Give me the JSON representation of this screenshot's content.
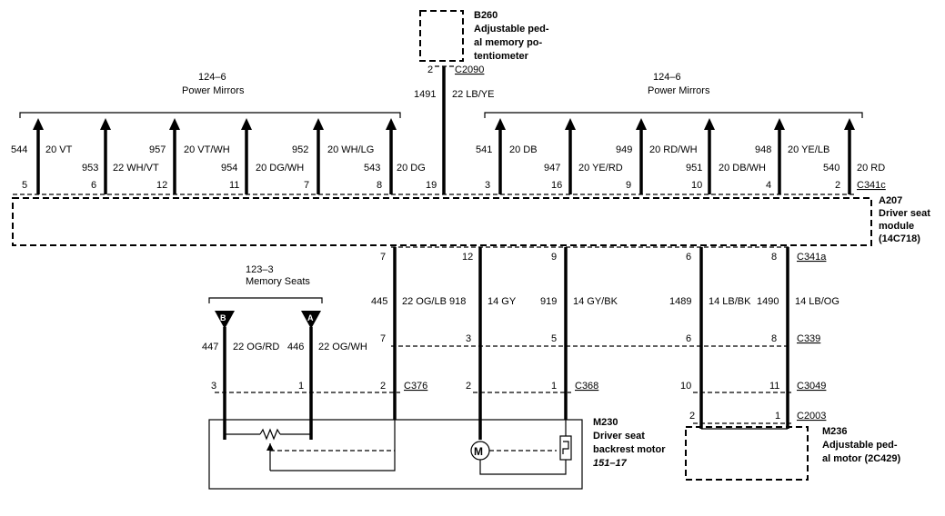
{
  "b260": {
    "id": "B260",
    "desc": [
      "Adjustable ped-",
      "al memory po-",
      "tentiometer"
    ],
    "pin": "2",
    "connector": "C2090",
    "circuit": "1491",
    "wire": "22 LB/YE"
  },
  "pm_left": {
    "ref": "124–6",
    "label": "Power Mirrors"
  },
  "pm_right": {
    "ref": "124–6",
    "label": "Power Mirrors"
  },
  "top_wires": [
    {
      "circuit": "544",
      "color": "20 VT",
      "pin": "5"
    },
    {
      "circuit": "953",
      "color": "22 WH/VT",
      "pin": "6"
    },
    {
      "circuit": "957",
      "color": "20 VT/WH",
      "pin": "12"
    },
    {
      "circuit": "954",
      "color": "20 DG/WH",
      "pin": "11"
    },
    {
      "circuit": "952",
      "color": "20 WH/LG",
      "pin": "7"
    },
    {
      "circuit": "543",
      "color": "20 DG",
      "pin": "8"
    },
    {
      "circuit": "541",
      "color": "20 DB",
      "pin": "3"
    },
    {
      "circuit": "947",
      "color": "20 YE/RD",
      "pin": "16"
    },
    {
      "circuit": "949",
      "color": "20 RD/WH",
      "pin": "9"
    },
    {
      "circuit": "951",
      "color": "20 DB/WH",
      "pin": "10"
    },
    {
      "circuit": "948",
      "color": "20 YE/LB",
      "pin": "4"
    },
    {
      "circuit": "540",
      "color": "20 RD",
      "pin": "2"
    }
  ],
  "pin19": "19",
  "c341c": "C341c",
  "a207": {
    "id": "A207",
    "desc": [
      "Driver seat",
      "module",
      "(14C718)"
    ]
  },
  "c341a": "C341a",
  "c339": "C339",
  "mid_wires": [
    {
      "circuit": "445",
      "color": "22 OG/LB",
      "top_pin": "7",
      "mid_pin": "7"
    },
    {
      "circuit": "918",
      "color": "14 GY",
      "top_pin": "12",
      "mid_pin": "3"
    },
    {
      "circuit": "919",
      "color": "14 GY/BK",
      "top_pin": "9",
      "mid_pin": "5"
    },
    {
      "circuit": "1489",
      "color": "14 LB/BK",
      "top_pin": "6",
      "mid_pin": "6"
    },
    {
      "circuit": "1490",
      "color": "14 LB/OG",
      "top_pin": "8",
      "mid_pin": "8"
    }
  ],
  "mem_seats": {
    "ref": "123–3",
    "label": "Memory Seats",
    "b": "B",
    "a": "A"
  },
  "seat_wires": [
    {
      "circuit": "447",
      "color": "22 OG/RD",
      "pin": "3"
    },
    {
      "circuit": "446",
      "color": "22 OG/WH",
      "pin": "1"
    }
  ],
  "c376": {
    "id": "C376",
    "pin": "2"
  },
  "c368": {
    "id": "C368",
    "pin_left": "2",
    "pin_right": "1"
  },
  "c3049": {
    "id": "C3049",
    "pin_left": "10",
    "pin_right": "11"
  },
  "c2003": {
    "id": "C2003",
    "pin_left": "2",
    "pin_right": "1"
  },
  "m230": {
    "id": "M230",
    "desc": [
      "Driver seat",
      "backrest motor"
    ],
    "ref": "151–17",
    "motor": "M"
  },
  "m236": {
    "id": "M236",
    "desc": [
      "Adjustable ped-",
      "al motor (2C429)"
    ]
  }
}
